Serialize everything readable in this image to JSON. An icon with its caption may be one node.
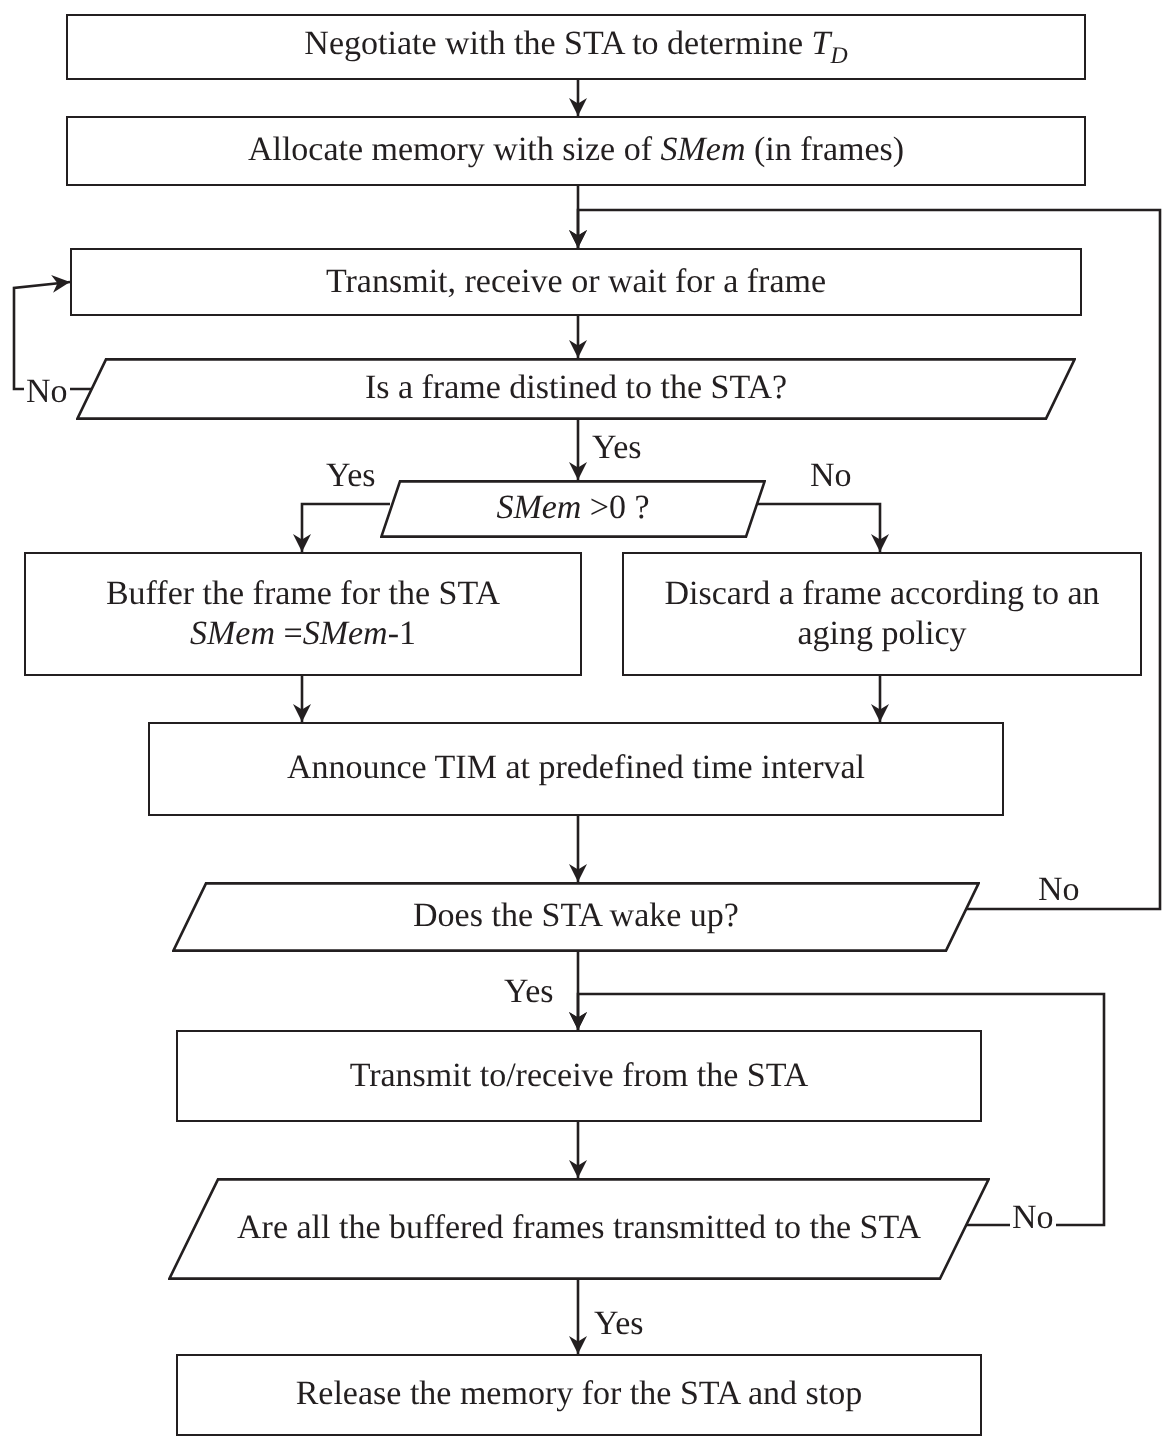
{
  "diagram": {
    "nodes": [
      {
        "text": [
          "Negotiate with the STA to determine *T*$_{D}$"
        ]
      },
      {
        "text": [
          "Allocate memory with size of *SMem* (in frames)"
        ]
      },
      {
        "text": [
          "Transmit, receive or wait for a frame"
        ]
      },
      {
        "text": [
          "Is a frame distined to the STA?"
        ]
      },
      {
        "text": [
          "*SMem* >0 ?"
        ]
      },
      {
        "text": [
          "Buffer the frame for the STA",
          "*SMem* =*SMem*-1"
        ]
      },
      {
        "text": [
          "Discard a frame according to an aging policy"
        ]
      },
      {
        "text": [
          "Announce TIM at predefined time interval"
        ]
      },
      {
        "text": [
          "Does the STA wake up?"
        ]
      },
      {
        "text": [
          "Transmit to/receive from the STA"
        ]
      },
      {
        "text": [
          "Are all the buffered frames transmitted to the STA"
        ]
      },
      {
        "text": [
          "Release the memory for the STA and stop"
        ]
      }
    ],
    "edges": [
      {
        "from": 0,
        "to": 1,
        "arrow": "to"
      },
      {
        "from": 1,
        "to": 2,
        "arrow": "to"
      },
      {
        "from": 2,
        "to": 3,
        "arrow": "to"
      },
      {
        "from": 3,
        "to": 2,
        "arrow": "to",
        "label": "No"
      },
      {
        "from": 3,
        "to": 4,
        "arrow": "to",
        "label": "Yes"
      },
      {
        "from": 4,
        "to": 5,
        "arrow": "to",
        "label": "Yes"
      },
      {
        "from": 4,
        "to": 6,
        "arrow": "to",
        "label": "No"
      },
      {
        "from": 5,
        "to": 7,
        "arrow": "to"
      },
      {
        "from": 6,
        "to": 7,
        "arrow": "to"
      },
      {
        "from": 7,
        "to": 8,
        "arrow": "to"
      },
      {
        "from": 8,
        "to": 2,
        "arrow": "to",
        "label": "No"
      },
      {
        "from": 8,
        "to": 9,
        "arrow": "to",
        "label": "Yes"
      },
      {
        "from": 9,
        "to": 10,
        "arrow": "to"
      },
      {
        "from": 10,
        "to": 9,
        "arrow": "to",
        "label": "No"
      },
      {
        "from": 10,
        "to": 11,
        "arrow": "to",
        "label": "Yes"
      }
    ]
  }
}
